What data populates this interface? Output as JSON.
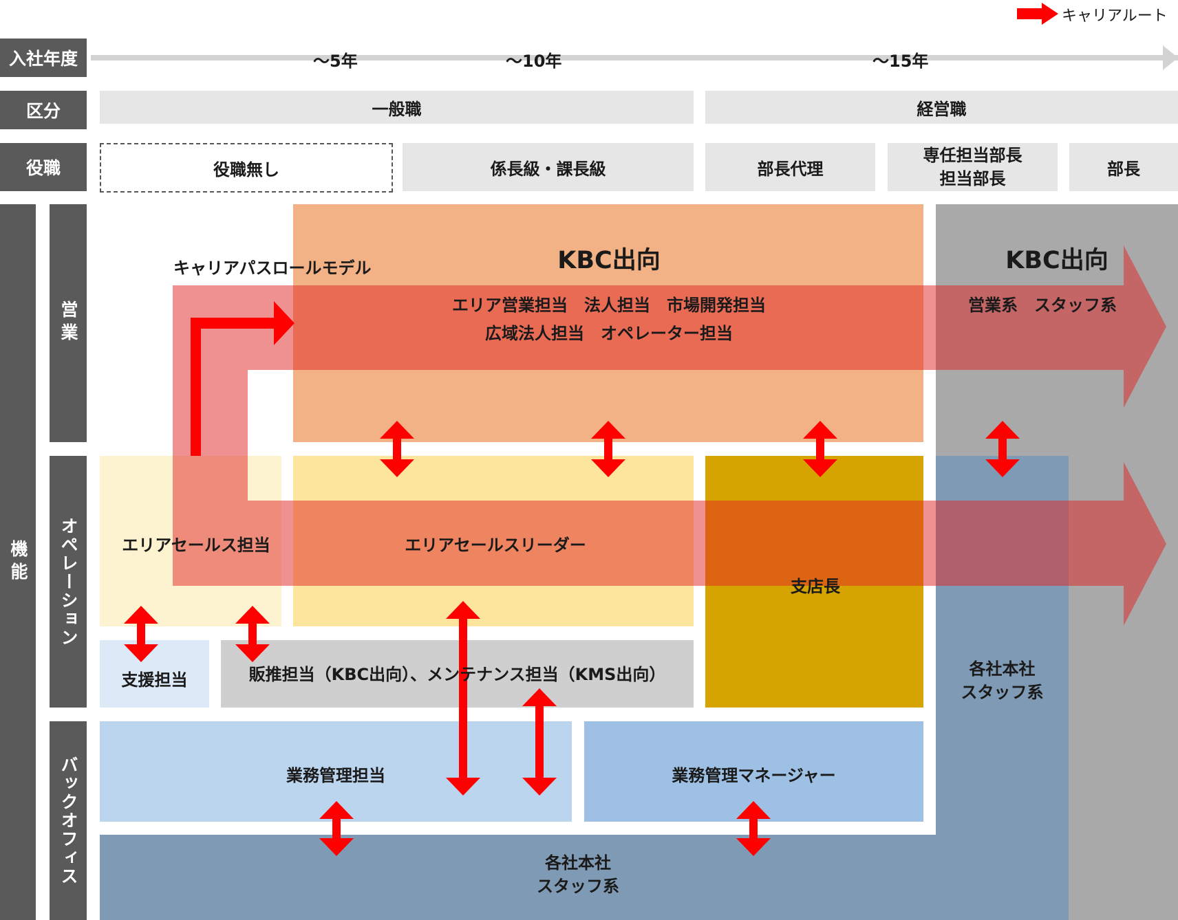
{
  "legend": {
    "career_route": "キャリアルート"
  },
  "headers": {
    "year": "入社年度",
    "division": "区分",
    "position": "役職",
    "function": "機能",
    "sales": "営業",
    "operation": "オペレーション",
    "backoffice": "バックオフィス"
  },
  "timeline": {
    "y5": "〜5年",
    "y10": "〜10年",
    "y15": "〜15年"
  },
  "division": {
    "general": "一般職",
    "management": "経営職"
  },
  "positions": {
    "none": "役職無し",
    "chief": "係長級・課長級",
    "deputy": "部長代理",
    "senior_line1": "専任担当部長",
    "senior_line2": "担当部長",
    "director": "部長"
  },
  "roles": {
    "role_model": "キャリアパスロールモデル",
    "kbc1": "KBC出向",
    "kbc2": "KBC出向",
    "sales_line1": "エリア営業担当　法人担当　市場開発担当",
    "sales_line2": "広域法人担当　オペレーター担当",
    "sales_staff": "営業系　スタッフ系",
    "area_sales": "エリアセールス担当",
    "area_leader": "エリアセールスリーダー",
    "branch_manager": "支店長",
    "support": "支援担当",
    "sales_promo": "販推担当（KBC出向）、メンテナンス担当（KMS出向）",
    "hq_staff_right_l1": "各社本社",
    "hq_staff_right_l2": "スタッフ系",
    "biz_admin": "業務管理担当",
    "biz_admin_mgr": "業務管理マネージャー",
    "hq_staff_bottom_l1": "各社本社",
    "hq_staff_bottom_l2": "スタッフ系"
  },
  "colors": {
    "header": "#5a5a5a",
    "segment": "#e6e6e6",
    "orange": "#f3b285",
    "gray": "#a9a9a9",
    "pale_yellow": "#fdf3d1",
    "yellow": "#fde59e",
    "gold": "#d6a400",
    "light_blue": "#bcd5ee",
    "mid_blue": "#9ec0e5",
    "slate": "#7f9ab4",
    "arrow_red": "#ff0000",
    "career_band": "rgba(225,35,35,0.5)"
  }
}
